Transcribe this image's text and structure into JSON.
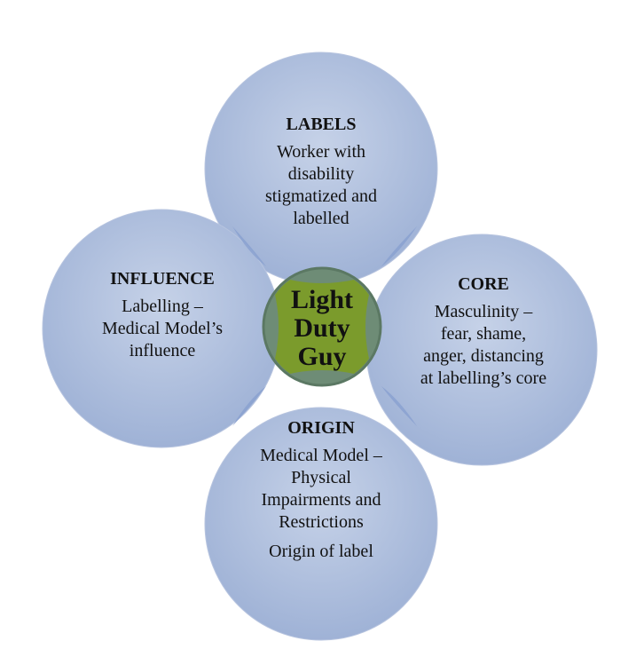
{
  "center": {
    "lines": [
      "Light",
      "Duty",
      "Guy"
    ]
  },
  "circles": {
    "labels": {
      "heading": "LABELS",
      "lines": [
        "Worker with",
        "disability",
        "stigmatized and",
        "labelled"
      ]
    },
    "influence": {
      "heading": "INFLUENCE",
      "lines": [
        "Labelling –",
        "Medical Model’s",
        "influence"
      ]
    },
    "core": {
      "heading": "CORE",
      "lines": [
        "Masculinity –",
        "fear, shame,",
        "anger, distancing",
        "at labelling’s core"
      ]
    },
    "origin": {
      "heading": "ORIGIN",
      "lines": [
        "Medical Model –",
        "Physical",
        "Impairments and",
        "Restrictions"
      ],
      "extra": "Origin of label"
    }
  },
  "colors": {
    "circle": "#a9bbdc",
    "overlap": "#7e98cc",
    "center_ring": "#6d8a73",
    "center_fill": "#7a9a2e"
  }
}
